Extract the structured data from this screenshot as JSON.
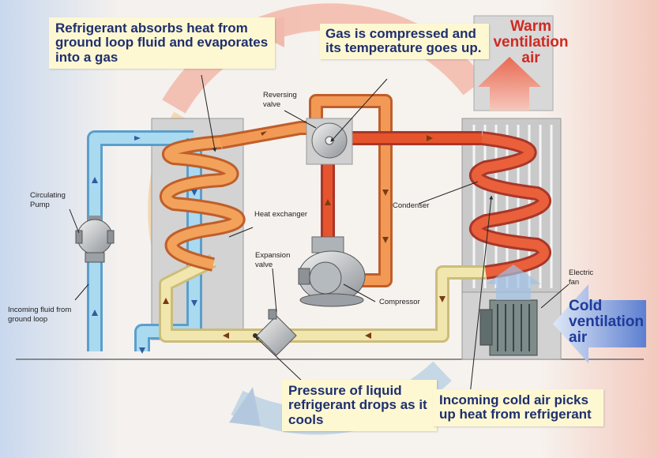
{
  "callouts": {
    "evaporate": "Refrigerant absorbs heat from ground loop fluid and evaporates into a gas",
    "compress": "Gas is compressed and its temperature goes up.",
    "pressure": "Pressure of liquid refrigerant drops as it cools",
    "coldair": "Incoming cold air picks up heat from refrigerant"
  },
  "airflow": {
    "warm": "Warm ventilation air",
    "cold": "Cold ventilation air"
  },
  "labels": {
    "reversing_valve": "Reversing valve",
    "circulating_pump": "Circulating Pump",
    "heat_exchanger": "Heat exchanger",
    "expansion_valve": "Expansion valve",
    "condenser": "Condenser",
    "compressor": "Compressor",
    "electric_fan": "Electric fan",
    "incoming_fluid": "Incoming fluid from ground loop"
  },
  "colors": {
    "hot_refrigerant": "#e5542c",
    "warm_refrigerant": "#f08a3c",
    "liquid_refrigerant": "#efe3a4",
    "ground_fluid": "#8fcbe6",
    "warm_air": "#cf2a20",
    "cold_air": "#1e3a9a",
    "callout_text": "#1f2f6e",
    "callout_bg": "#fdf8d2"
  }
}
